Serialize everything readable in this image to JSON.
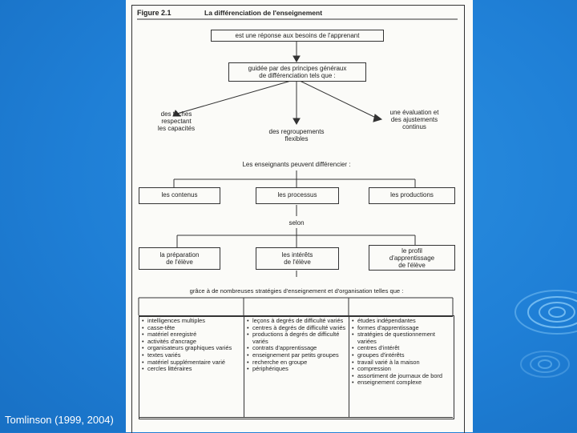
{
  "figure": {
    "label": "Figure 2.1",
    "title": "La différenciation de l'enseignement"
  },
  "top": {
    "line1": "est une réponse aux besoins de l'apprenant",
    "line2a": "guidée par des principes généraux",
    "line2b": "de différenciation tels que :"
  },
  "principles": {
    "left": [
      "des tâches",
      "respectant",
      "les capacités"
    ],
    "center": [
      "des regroupements",
      "flexibles"
    ],
    "right": [
      "une évaluation et",
      "des ajustements",
      "continus"
    ]
  },
  "can_differentiate": "Les enseignants peuvent différencier :",
  "what": [
    "les contenus",
    "les processus",
    "les productions"
  ],
  "selon": "selon",
  "according_to": {
    "left": [
      "la préparation",
      "de l'élève"
    ],
    "center": [
      "les intérêts",
      "de l'élève"
    ],
    "right": [
      "le profil",
      "d'apprentissage",
      "de l'élève"
    ]
  },
  "strategies_intro": "grâce à de nombreuses stratégies d'enseignement et d'organisation telles que :",
  "strategies": {
    "col1": [
      "intelligences multiples",
      "casse-tête",
      "matériel enregistré",
      "activités d'ancrage",
      "organisateurs graphiques variés",
      "textes variés",
      "matériel supplémentaire varié",
      "cercles littéraires"
    ],
    "col2": [
      "leçons à degrés de difficulté variés",
      "centres à degrés de difficulté variés",
      "productions à degrés de difficulté variés",
      "contrats d'apprentissage",
      "enseignement par petits groupes",
      "recherche en groupe",
      "périphériques"
    ],
    "col3": [
      "études indépendantes",
      "formes d'apprentissage",
      "stratégies de questionnement variées",
      "centres d'intérêt",
      "groupes d'intérêts",
      "travail varié à la maison",
      "compression",
      "assortiment de journaux de bord",
      "enseignement complexe"
    ]
  },
  "credit": "Tomlinson (1999, 2004)"
}
